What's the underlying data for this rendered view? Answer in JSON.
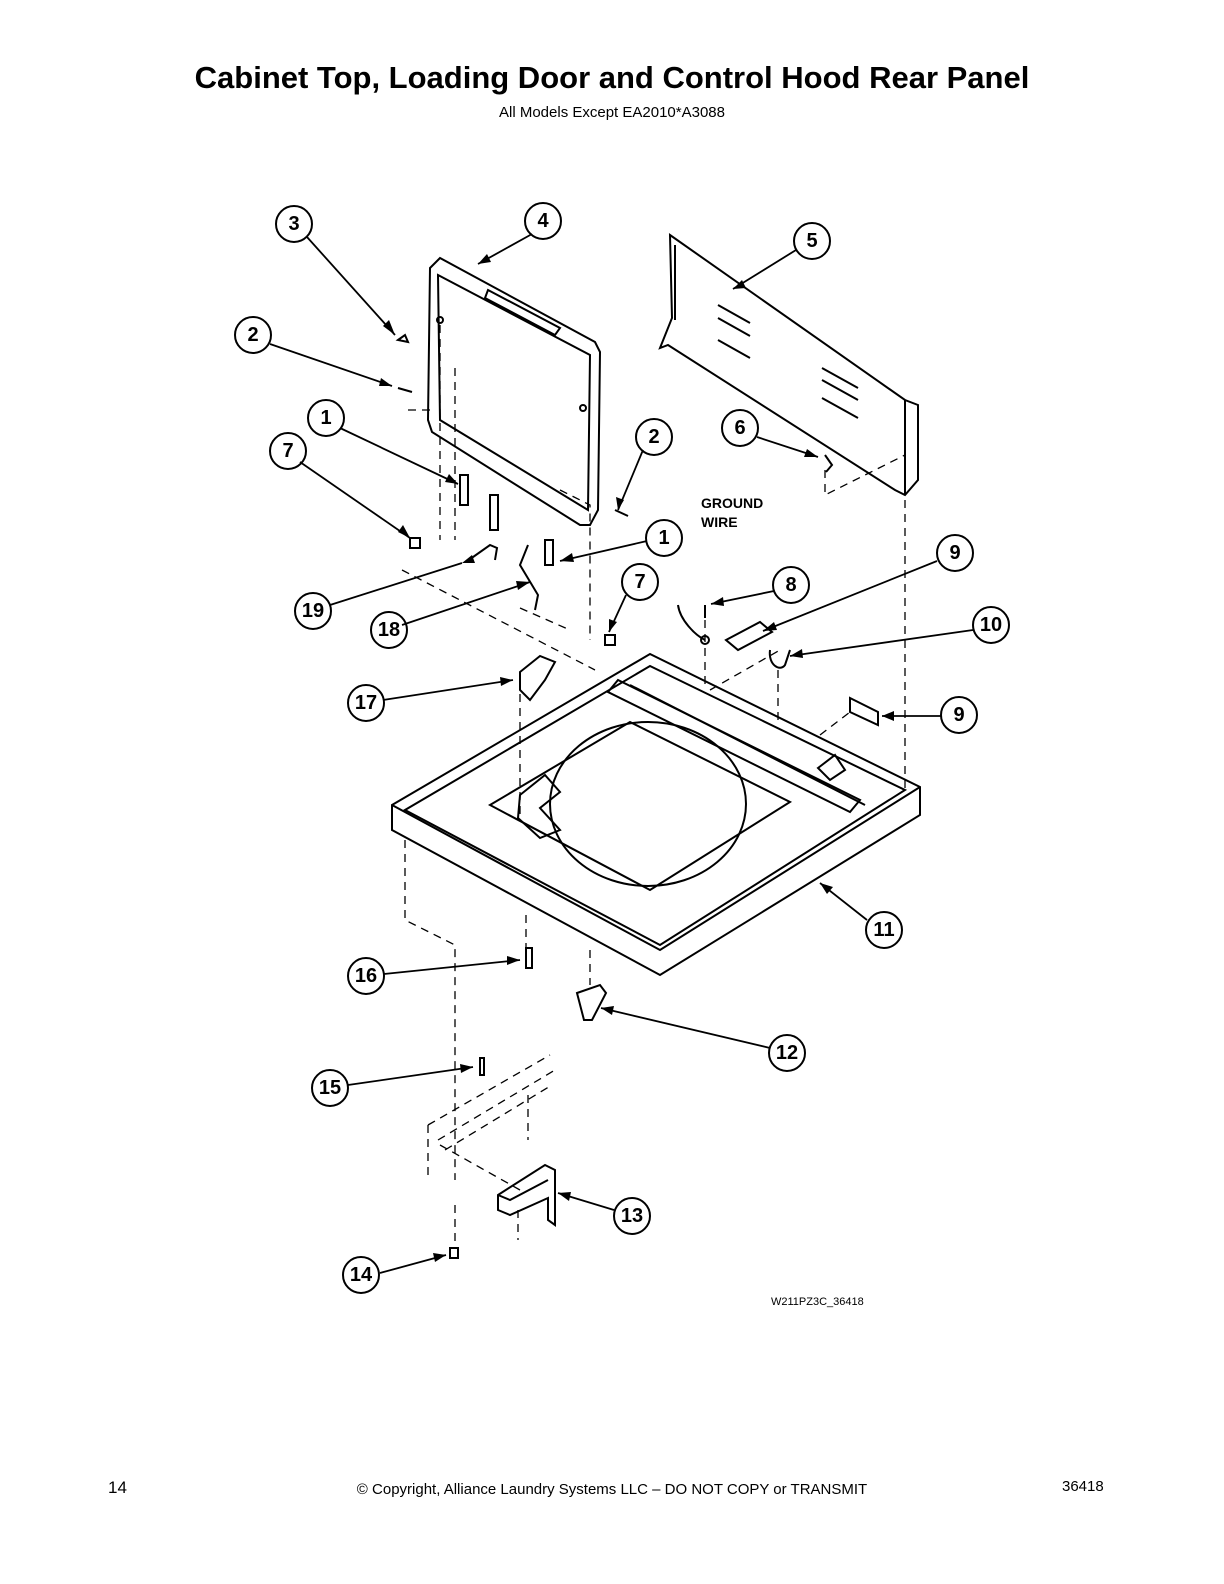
{
  "header": {
    "title": "Cabinet Top, Loading Door and Control Hood Rear Panel",
    "subtitle": "All Models Except EA2010*A3088"
  },
  "diagram": {
    "ground_wire_label_line1": "GROUND",
    "ground_wire_label_line2": "WIRE",
    "drawing_code": "W211PZ3C_36418",
    "callouts": [
      "3",
      "4",
      "5",
      "2",
      "1",
      "7",
      "2",
      "6",
      "1",
      "19",
      "18",
      "7",
      "8",
      "9",
      "10",
      "17",
      "9",
      "11",
      "16",
      "12",
      "15",
      "13",
      "14"
    ]
  },
  "footer": {
    "page_number": "14",
    "copyright": "© Copyright, Alliance Laundry Systems LLC – DO NOT COPY or TRANSMIT",
    "document_number": "36418"
  },
  "colors": {
    "ink": "#000000",
    "paper": "#ffffff"
  }
}
